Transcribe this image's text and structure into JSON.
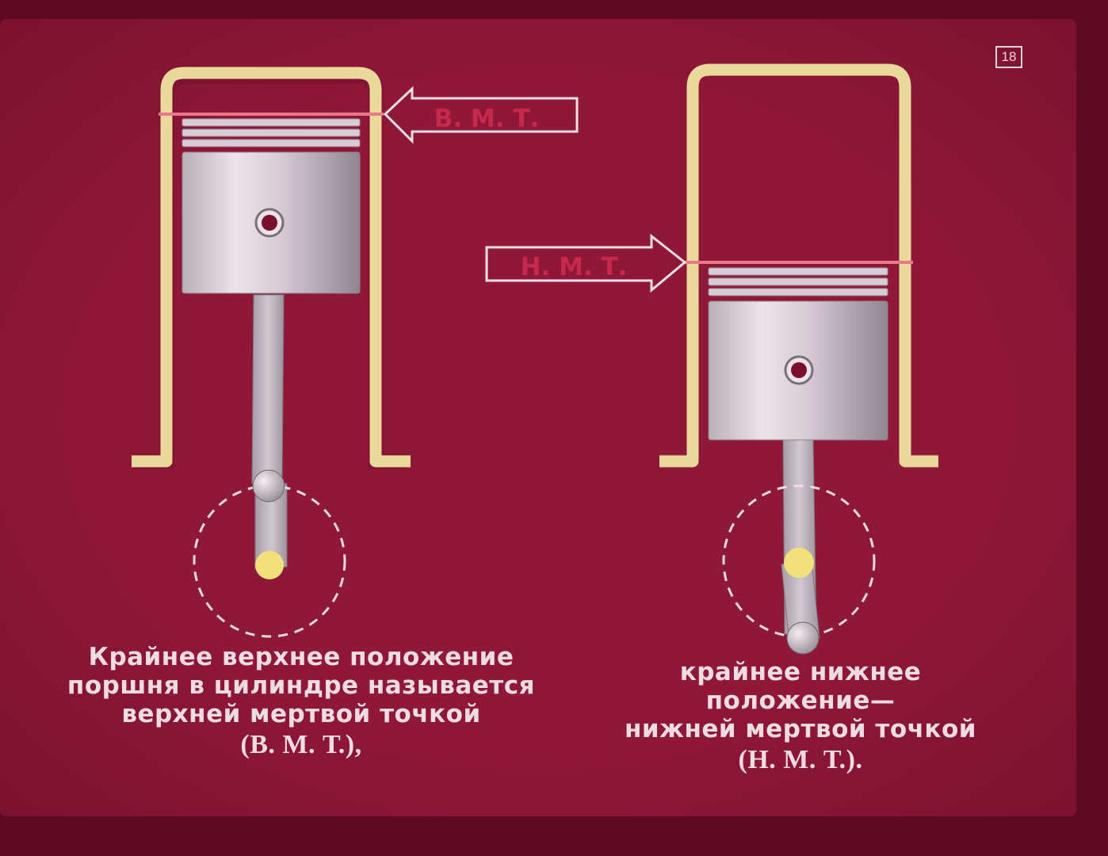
{
  "slide_number": "18",
  "labels": {
    "tdc": "В. М. Т.",
    "bdc": "Н. М. Т."
  },
  "caption_left": {
    "lines": [
      "Крайнее верхнее положение",
      "поршня в цилиндре называется",
      "верхней мертвой точкой"
    ],
    "abbr": "(В. М. Т.),"
  },
  "caption_right": {
    "lines": [
      "крайнее нижнее",
      "положение—",
      "нижней мертвой точкой"
    ],
    "abbr": "(Н. М. Т.)."
  },
  "colors": {
    "background": "#8a1536",
    "cylinder": "#ead99a",
    "limit_line": "#e8788a",
    "label_text": "#c7284b",
    "crank_pin": "#f2e07a",
    "text": "#f2dce3"
  },
  "icons": [
    "piston",
    "connecting-rod",
    "crank-circle",
    "arrow-label"
  ]
}
